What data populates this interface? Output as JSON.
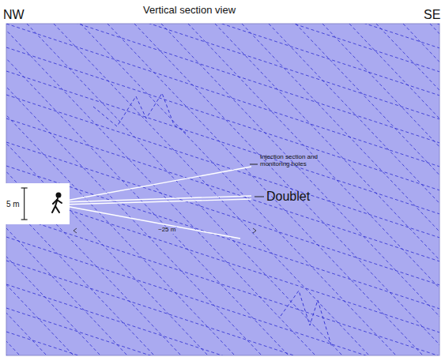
{
  "diagram": {
    "title": "Vertical section view",
    "nodes": [
      {
        "text": [
          "5 m"
        ]
      }
    ],
    "labels": [
      "NW",
      "SE",
      "Injection section and monitoring holes",
      "Doublet",
      "~25 m"
    ]
  }
}
